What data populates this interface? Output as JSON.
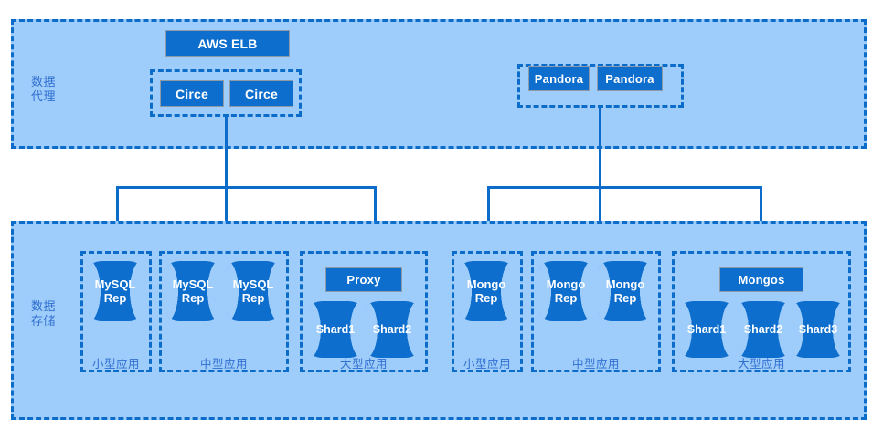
{
  "diagram": {
    "title": "Data Proxy and Data Storage Architecture",
    "colors": {
      "accent": "#0d6ecd",
      "stroke": "#0b6cca",
      "zone_fill": "#9fcdfb",
      "label_text": "#2f6fd0",
      "node_border": "#8f9aa6",
      "node_text": "#ffffff"
    }
  },
  "proxy_zone": {
    "label": "数据\n代理",
    "aws_elb": {
      "label": "AWS ELB"
    },
    "circe_group": {
      "nodes": [
        {
          "label": "Circe"
        },
        {
          "label": "Circe"
        }
      ]
    },
    "pandora_group": {
      "nodes": [
        {
          "label": "Pandora"
        },
        {
          "label": "Pandora"
        }
      ]
    }
  },
  "storage_zone": {
    "label": "数据\n存储",
    "mysql_groups": [
      {
        "caption": "小型应用",
        "databases": [
          {
            "label": "MySQL\nRep"
          }
        ],
        "proxy_node": null
      },
      {
        "caption": "中型应用",
        "databases": [
          {
            "label": "MySQL\nRep"
          },
          {
            "label": "MySQL\nRep"
          }
        ],
        "proxy_node": null
      },
      {
        "caption": "大型应用",
        "proxy_node": {
          "label": "Proxy"
        },
        "databases": [
          {
            "label": "Shard1"
          },
          {
            "label": "Shard2"
          }
        ]
      }
    ],
    "mongo_groups": [
      {
        "caption": "小型应用",
        "databases": [
          {
            "label": "Mongo\nRep"
          }
        ],
        "proxy_node": null
      },
      {
        "caption": "中型应用",
        "databases": [
          {
            "label": "Mongo\nRep"
          },
          {
            "label": "Mongo\nRep"
          }
        ],
        "proxy_node": null
      },
      {
        "caption": "大型应用",
        "proxy_node": {
          "label": "Mongos"
        },
        "databases": [
          {
            "label": "Shard1"
          },
          {
            "label": "Shard2"
          },
          {
            "label": "Shard3"
          }
        ]
      }
    ]
  }
}
